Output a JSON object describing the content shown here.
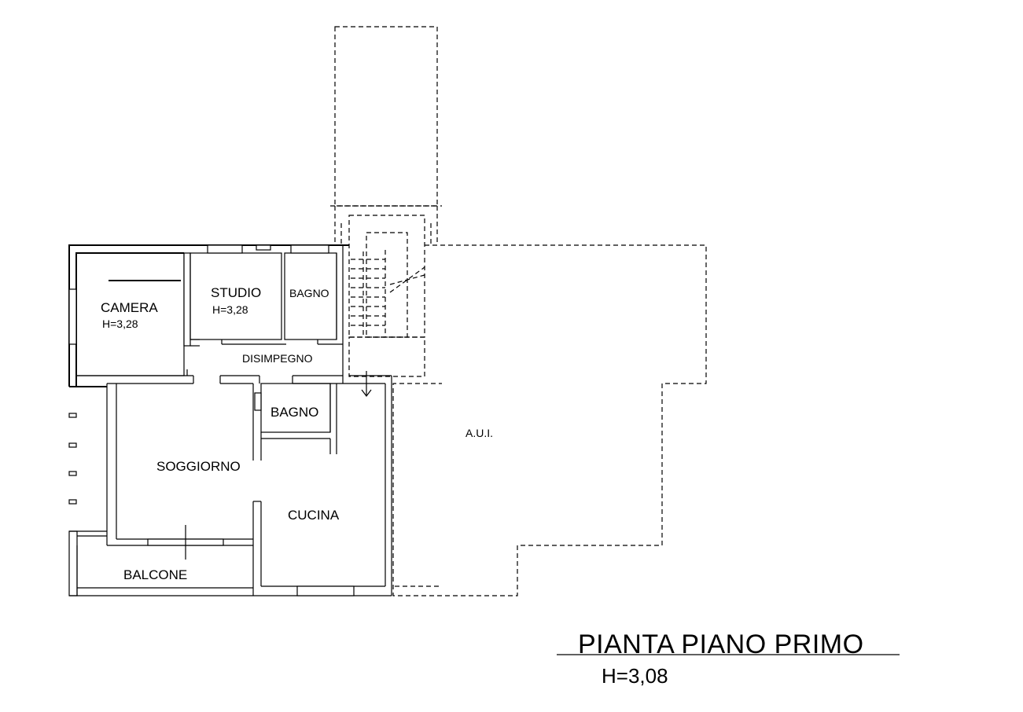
{
  "rooms": {
    "camera": {
      "name": "CAMERA",
      "height": "H=3,28"
    },
    "studio": {
      "name": "STUDIO",
      "height": "H=3,28"
    },
    "bagno_top": {
      "name": "BAGNO"
    },
    "disimpegno": {
      "name": "DISIMPEGNO"
    },
    "bagno_mid": {
      "name": "BAGNO"
    },
    "soggiorno": {
      "name": "SOGGIORNO"
    },
    "cucina": {
      "name": "CUCINA"
    },
    "balcone": {
      "name": "BALCONE"
    },
    "aui": {
      "name": "A.U.I."
    }
  },
  "title": {
    "main": "PIANTA PIANO PRIMO",
    "height": "H=3,08"
  }
}
